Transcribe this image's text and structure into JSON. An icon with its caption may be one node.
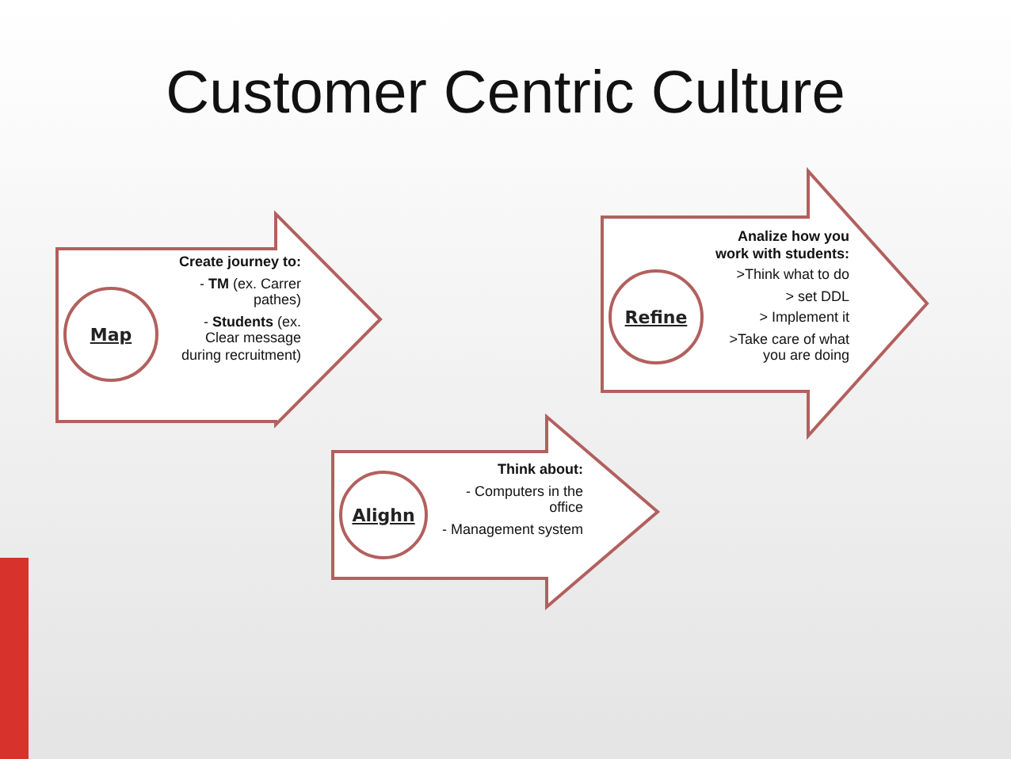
{
  "diagram": {
    "title": "Customer Centric Culture",
    "nodes": [
      {
        "text": [
          "Create journey to:",
          "- **TM** (ex. Carrer pathes)",
          "- **Students** (ex. Clear message during recruitment)"
        ]
      },
      {
        "text": [
          "Map"
        ],
        "in": 0
      },
      {
        "text": [
          "Analize how you work with students:",
          ">Think  what to do",
          "> set DDL",
          "> Implement it",
          ">Take care of what you are doing"
        ]
      },
      {
        "text": [
          "Refine"
        ],
        "in": 2
      },
      {
        "text": [
          "Think about:",
          "- Computers in the office",
          "- Management system"
        ]
      },
      {
        "text": [
          "Alighn"
        ],
        "in": 4
      }
    ],
    "edges": []
  }
}
